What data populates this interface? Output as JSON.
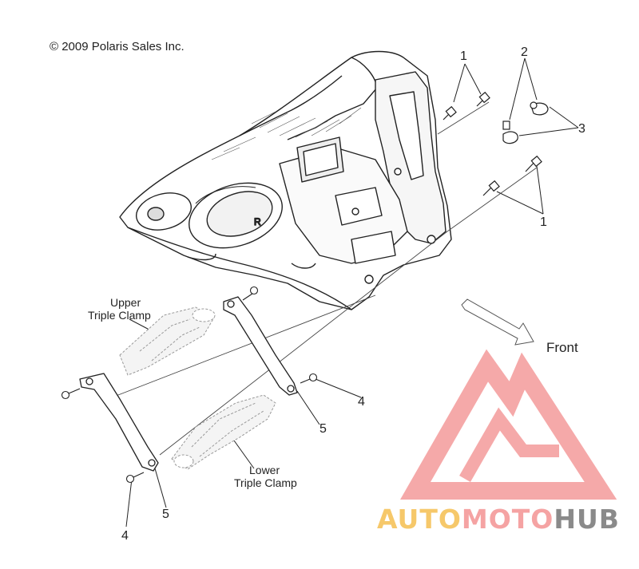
{
  "copyright": "© 2009 Polaris Sales Inc.",
  "callouts": {
    "c1_top": "1",
    "c1_right": "1",
    "c2": "2",
    "c3": "3",
    "c4_right": "4",
    "c4_bottom": "4",
    "c5_right": "5",
    "c5_bottom": "5"
  },
  "labels": {
    "upper_line1": "Upper",
    "upper_line2": "Triple Clamp",
    "lower_line1": "Lower",
    "lower_line2": "Triple Clamp",
    "front": "Front"
  },
  "watermark": {
    "part1": "AUTO",
    "part2": "MOTO",
    "part3": "HUB",
    "color1": "#f6c86a",
    "color2": "#f5a3a3",
    "color3": "#8a8a8a",
    "logo_color": "#f4a0a0"
  }
}
